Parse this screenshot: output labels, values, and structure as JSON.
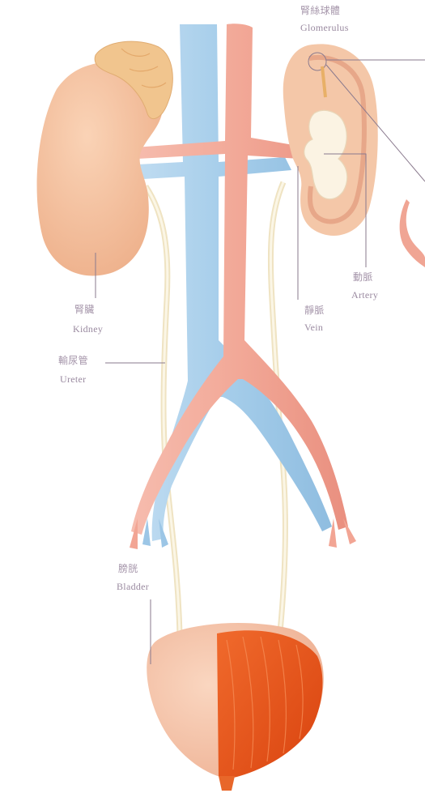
{
  "labels": {
    "glomerulus": {
      "zh": "腎絲球體",
      "en": "Glomerulus"
    },
    "kidney": {
      "zh": "腎臟",
      "en": "Kidney"
    },
    "ureter": {
      "zh": "輸尿管",
      "en": "Ureter"
    },
    "vein": {
      "zh": "靜脈",
      "en": "Vein"
    },
    "artery": {
      "zh": "動脈",
      "en": "Artery"
    },
    "bladder": {
      "zh": "膀胱",
      "en": "Bladder"
    }
  },
  "colors": {
    "vein": "#a9cfe9",
    "artery": "#f0a594",
    "kidney": "#f4c3a1",
    "adrenal": "#f3c98d",
    "ureter": "#f5ecd2",
    "bladder_outer": "#f6c7ad",
    "bladder_muscle": "#e8501c",
    "leader": "#8a7a8e"
  }
}
